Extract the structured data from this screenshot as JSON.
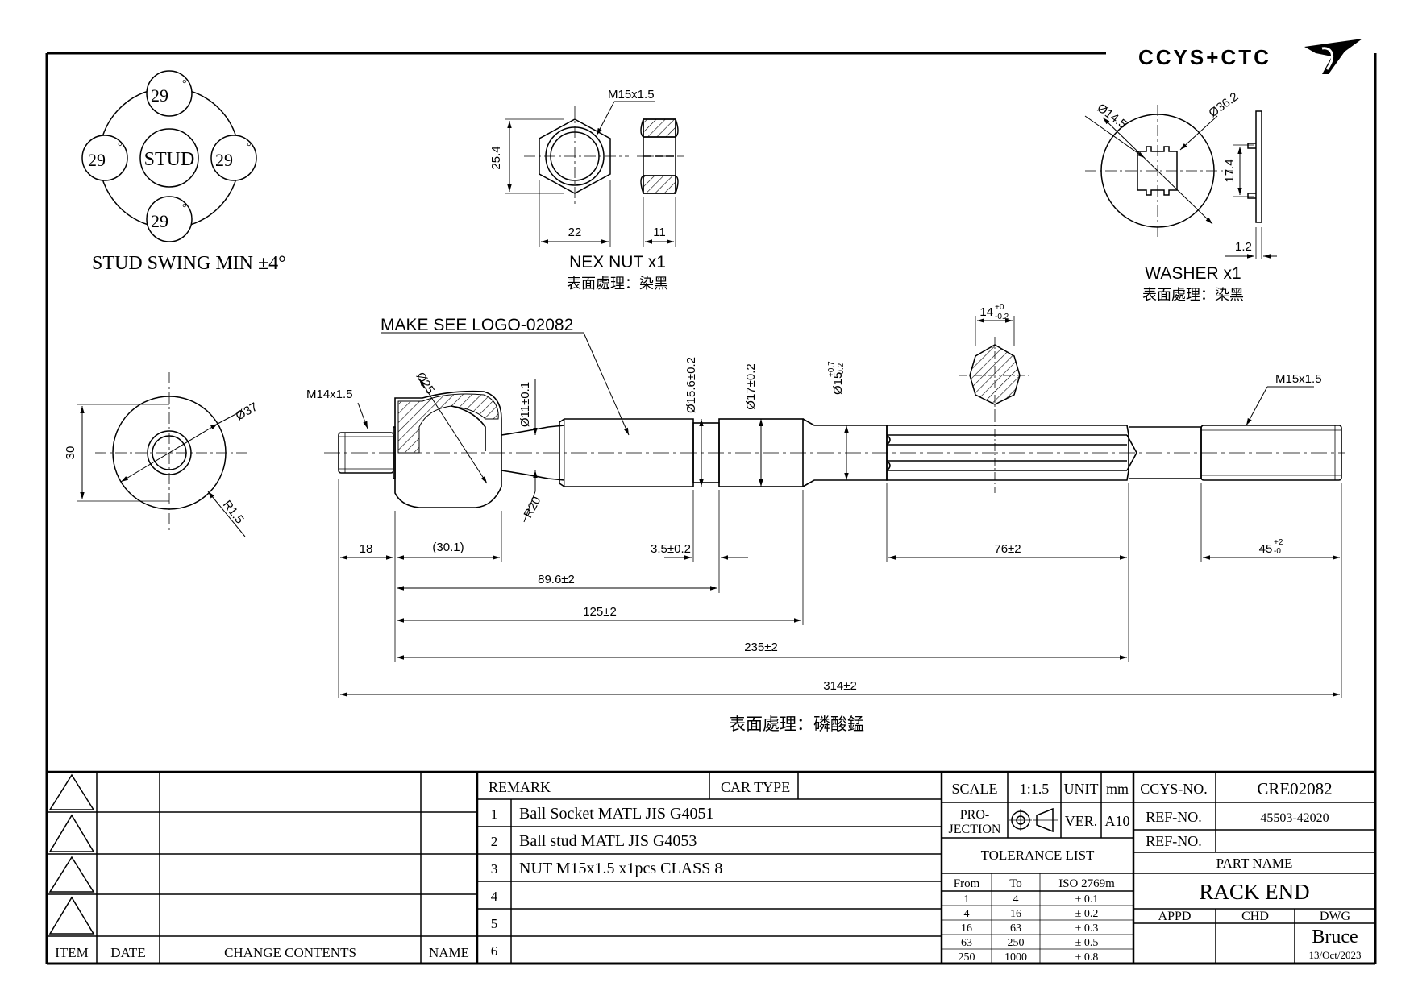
{
  "logo": {
    "text": "CCYS+CTC"
  },
  "stud": {
    "center": "STUD",
    "angles": [
      "29",
      "29",
      "29",
      "29"
    ],
    "degree": "°",
    "swing": "STUD SWING MIN ±4°"
  },
  "nut": {
    "thread": "M15x1.5",
    "height": "25.4",
    "width": "22",
    "thickness": "11",
    "title": "NEX NUT x1",
    "surface": "表面處理：染黑"
  },
  "washer": {
    "inner": "Ø14.5",
    "outer": "Ø36.2",
    "slot": "17.4",
    "thickness": "1.2",
    "title": "WASHER x1",
    "surface": "表面處理：染黑"
  },
  "front_view": {
    "height": "30",
    "dia": "Ø37",
    "radius": "R1.5"
  },
  "rod": {
    "logo_note": "MAKE SEE LOGO-02082",
    "thread_left": "M14x1.5",
    "socket_dia": "Ø25",
    "neck_dia": "Ø11±0.1",
    "dia_156": "Ø15.6±0.2",
    "dia_17": "Ø17±0.2",
    "dia_15": "Ø15",
    "dia_15_tol_up": "+0.7",
    "dia_15_tol_dn": "-0.2",
    "hex_size": "14",
    "hex_tol_up": "+0",
    "hex_tol_dn": "-0.2",
    "thread_right": "M15x1.5",
    "neck_radius": "R20",
    "d18": "18",
    "d301": "(30.1)",
    "d35": "3.5±0.2",
    "d76": "76±2",
    "d45": "45",
    "d45_up": "+2",
    "d45_dn": "-0",
    "d896": "89.6±2",
    "d125": "125±2",
    "d235": "235±2",
    "d314": "314±2",
    "surface": "表面處理：磷酸錳"
  },
  "revision": {
    "headers": {
      "item": "ITEM",
      "date": "DATE",
      "contents": "CHANGE CONTENTS",
      "name": "NAME"
    }
  },
  "remark": {
    "label": "REMARK",
    "car_type": "CAR TYPE",
    "rows": [
      {
        "no": "1",
        "text": "Ball Socket MATL JIS G4051"
      },
      {
        "no": "2",
        "text": "Ball stud MATL JIS G4053"
      },
      {
        "no": "3",
        "text": "NUT M15x1.5 x1pcs CLASS 8"
      },
      {
        "no": "4",
        "text": ""
      },
      {
        "no": "5",
        "text": ""
      },
      {
        "no": "6",
        "text": ""
      }
    ]
  },
  "spec": {
    "scale_label": "SCALE",
    "scale": "1:1.5",
    "unit_label": "UNIT",
    "unit": "mm",
    "projection_1": "PRO-",
    "projection_2": "JECTION",
    "ver_label": "VER.",
    "ver": "A10",
    "tolerance_title": "TOLERANCE LIST",
    "tol_headers": [
      "From",
      "To",
      "ISO 2769m"
    ],
    "tol_rows": [
      [
        "1",
        "4",
        "± 0.1"
      ],
      [
        "4",
        "16",
        "± 0.2"
      ],
      [
        "16",
        "63",
        "± 0.3"
      ],
      [
        "63",
        "250",
        "± 0.5"
      ],
      [
        "250",
        "1000",
        "± 0.8"
      ]
    ]
  },
  "title_block": {
    "ccys_label": "CCYS-NO.",
    "ccys": "CRE02082",
    "ref_label": "REF-NO.",
    "ref": "45503-42020",
    "ref2_label": "REF-NO.",
    "ref2": "",
    "part_name_label": "PART NAME",
    "part_name": "RACK END",
    "appd": "APPD",
    "chd": "CHD",
    "dwg": "DWG",
    "drawer": "Bruce",
    "date": "13/Oct/2023"
  }
}
